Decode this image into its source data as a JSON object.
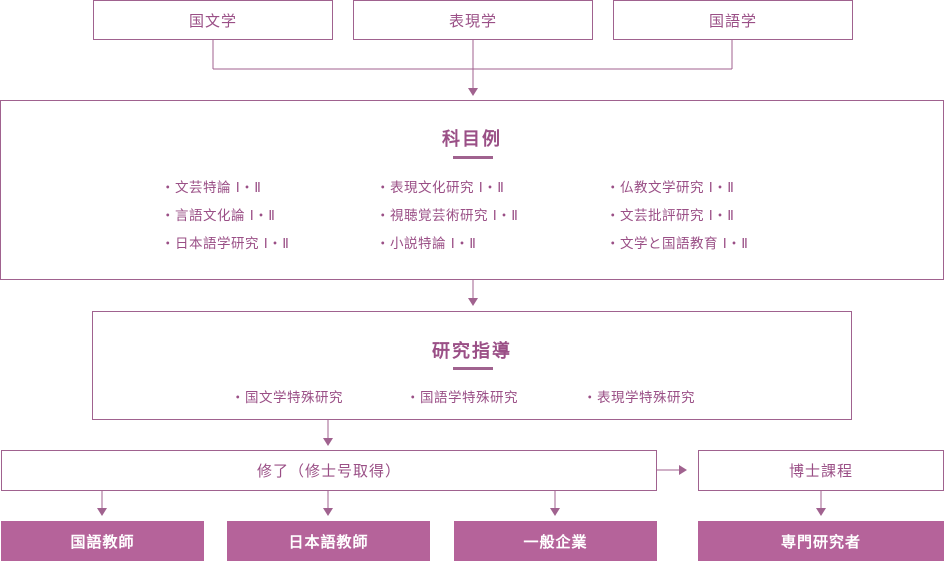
{
  "sources": [
    "国文学",
    "表現学",
    "国語学"
  ],
  "subjects": {
    "title": "科目例",
    "columns": [
      [
        "・文芸特論 Ⅰ・Ⅱ",
        "・言語文化論 Ⅰ・Ⅱ",
        "・日本語学研究 Ⅰ・Ⅱ"
      ],
      [
        "・表現文化研究 Ⅰ・Ⅱ",
        "・視聴覚芸術研究 Ⅰ・Ⅱ",
        "・小説特論 Ⅰ・Ⅱ"
      ],
      [
        "・仏教文学研究 Ⅰ・Ⅱ",
        "・文芸批評研究 Ⅰ・Ⅱ",
        "・文学と国語教育 Ⅰ・Ⅱ"
      ]
    ]
  },
  "guidance": {
    "title": "研究指導",
    "items": [
      "・国文学特殊研究",
      "・国語学特殊研究",
      "・表現学特殊研究"
    ]
  },
  "completion": "修了（修士号取得）",
  "doctoral": "博士課程",
  "careers": [
    "国語教師",
    "日本語教師",
    "一般企業"
  ],
  "researcher": "専門研究者",
  "colors": {
    "line": "#a0628f",
    "accent": "#b5639a",
    "text": "#9a4f86"
  }
}
